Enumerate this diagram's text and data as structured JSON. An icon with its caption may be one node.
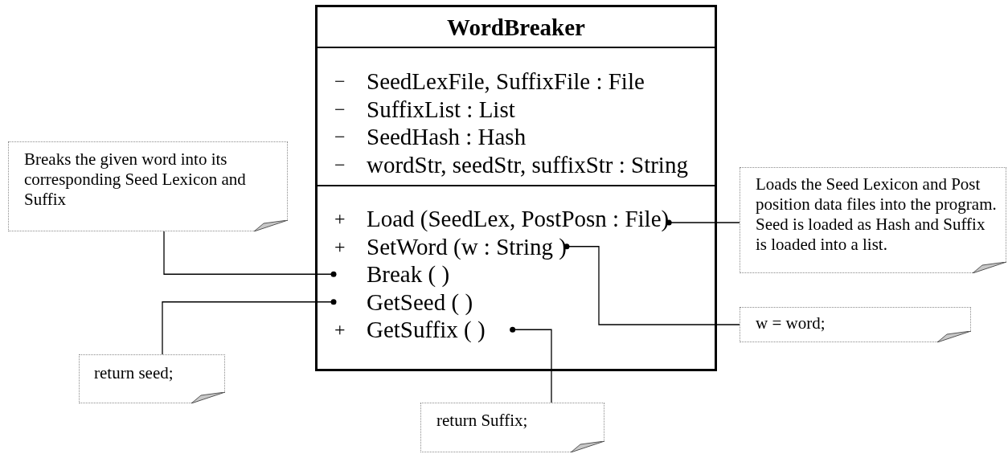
{
  "diagram": {
    "nodes": [
      {
        "text": [
          "WordBreaker"
        ]
      },
      {
        "text": [
          "−",
          "SeedLexFile, SuffixFile : File",
          "−",
          "SuffixList : List",
          "−",
          "SeedHash : Hash",
          "−",
          "wordStr, seedStr, suffixStr : String"
        ],
        "in": 0
      },
      {
        "text": [],
        "shape": "box",
        "in": 0
      },
      {
        "text": [
          "+",
          "Load (SeedLex, PostPosn : File)"
        ],
        "in": 2
      },
      {
        "text": [
          "+",
          "SetWord (w : String )"
        ],
        "in": 2
      },
      {
        "text": [
          "Break ( )"
        ],
        "in": 2
      },
      {
        "text": [
          "GetSeed ( )"
        ],
        "in": 2
      },
      {
        "text": [
          "+",
          "GetSuffix ( )"
        ],
        "in": 2
      },
      {
        "text": [
          "Breaks the given word into its corresponding Seed Lexicon and Suffix"
        ]
      },
      {
        "text": [
          "Loads the Seed Lexicon and Post position data files into the program. Seed is loaded as Hash and Suffix is loaded into a list."
        ]
      },
      {
        "text": [
          "w = word;"
        ]
      },
      {
        "text": [
          "return seed;"
        ]
      },
      {
        "text": [
          "return Suffix;"
        ]
      }
    ],
    "edges": [
      {
        "from": 8,
        "to": 5,
        "arrow": "other"
      },
      {
        "from": 9,
        "to": 3,
        "arrow": "other"
      },
      {
        "from": 10,
        "to": 4,
        "arrow": "other"
      },
      {
        "from": 11,
        "to": 6,
        "arrow": "other"
      },
      {
        "from": 12,
        "to": 7,
        "arrow": "other"
      }
    ]
  }
}
